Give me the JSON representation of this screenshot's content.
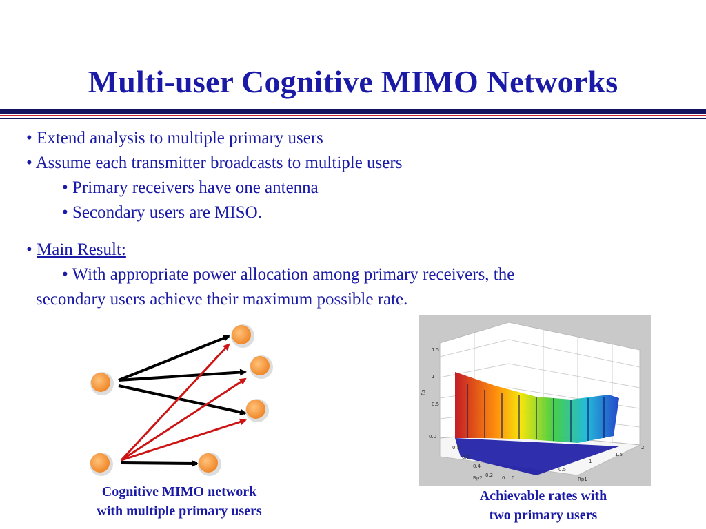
{
  "slide": {
    "title": "Multi-user Cognitive MIMO Networks",
    "bullets": {
      "b1": "• Extend analysis to multiple primary users",
      "b2": "• Assume each transmitter broadcasts to multiple users",
      "b2_sub1": "• Primary receivers have one antenna",
      "b2_sub2": "• Secondary users are MISO.",
      "b3_prefix": "• ",
      "b3_label": "Main Result:",
      "b3_sub1_line1": "• With appropriate power allocation among primary receivers,   the",
      "b3_sub1_line2": "secondary users achieve their maximum possible rate."
    },
    "figures": {
      "network_caption_line1": "Cognitive MIMO network",
      "network_caption_line2": "with multiple primary users",
      "plot_caption_line1": "Achievable rates with",
      "plot_caption_line2": "two primary users"
    },
    "plot_axes": {
      "z_label": "Rs",
      "x_label": "Rp1",
      "y_label": "Rp2",
      "z_ticks": [
        "1.5",
        "1",
        "0.5",
        "0.0"
      ],
      "x_ticks": [
        "0",
        "0.5",
        "1",
        "1.5",
        "2"
      ],
      "y_ticks": [
        "0.8",
        "0.6",
        "0.4",
        "0.2",
        "0"
      ]
    },
    "colors": {
      "title": "#1a1aa6",
      "node": "#f5a04a",
      "primary_arrow": "#000000",
      "secondary_arrow": "#cc1414"
    }
  }
}
